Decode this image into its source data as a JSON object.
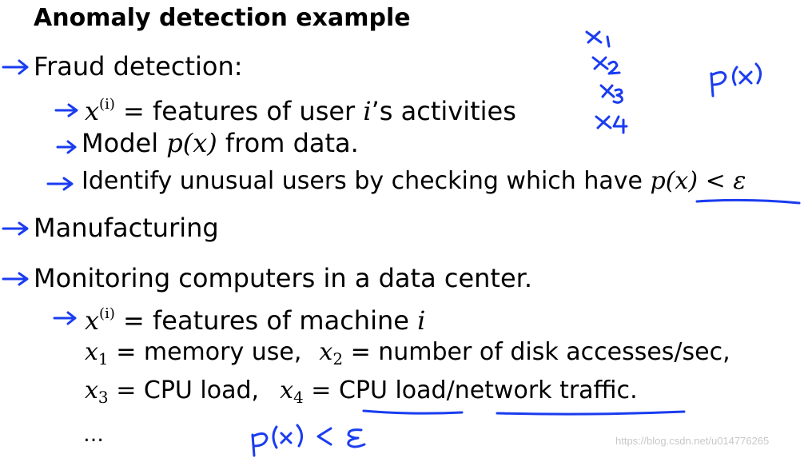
{
  "slide": {
    "title": "Anomaly detection example",
    "fraud": {
      "heading": "Fraud detection:",
      "b1_sup": "(i)",
      "b1_text": " = features of user ",
      "b1_tail": "’s activities",
      "b2_pre": "Model ",
      "b2_math": "p(x)",
      "b2_post": " from data.",
      "b3_text": "Identify unusual users by checking which have ",
      "b3_math": "p(x) < ε"
    },
    "manufacturing": {
      "heading": "Manufacturing"
    },
    "monitoring": {
      "heading": "Monitoring computers in a data center.",
      "b1_sup": "(i)",
      "b1_text": " = features of machine ",
      "x1_text": " = memory use,",
      "x2_text": " = number of disk accesses/sec,",
      "x3_text": " = CPU load,",
      "x4_eq": " = ",
      "x4_part1": "CPU load",
      "x4_slash": "/",
      "x4_part2": "network traffic",
      "x4_end": ".",
      "ellipsis": "…"
    },
    "math_symbols": {
      "x": "x",
      "i": "i",
      "sub1": "1",
      "sub2": "2",
      "sub3": "3",
      "sub4": "4"
    },
    "watermark": "https://blog.csdn.net/u014776265"
  },
  "colors": {
    "ink": "#1a3cf0",
    "text": "#000000"
  }
}
